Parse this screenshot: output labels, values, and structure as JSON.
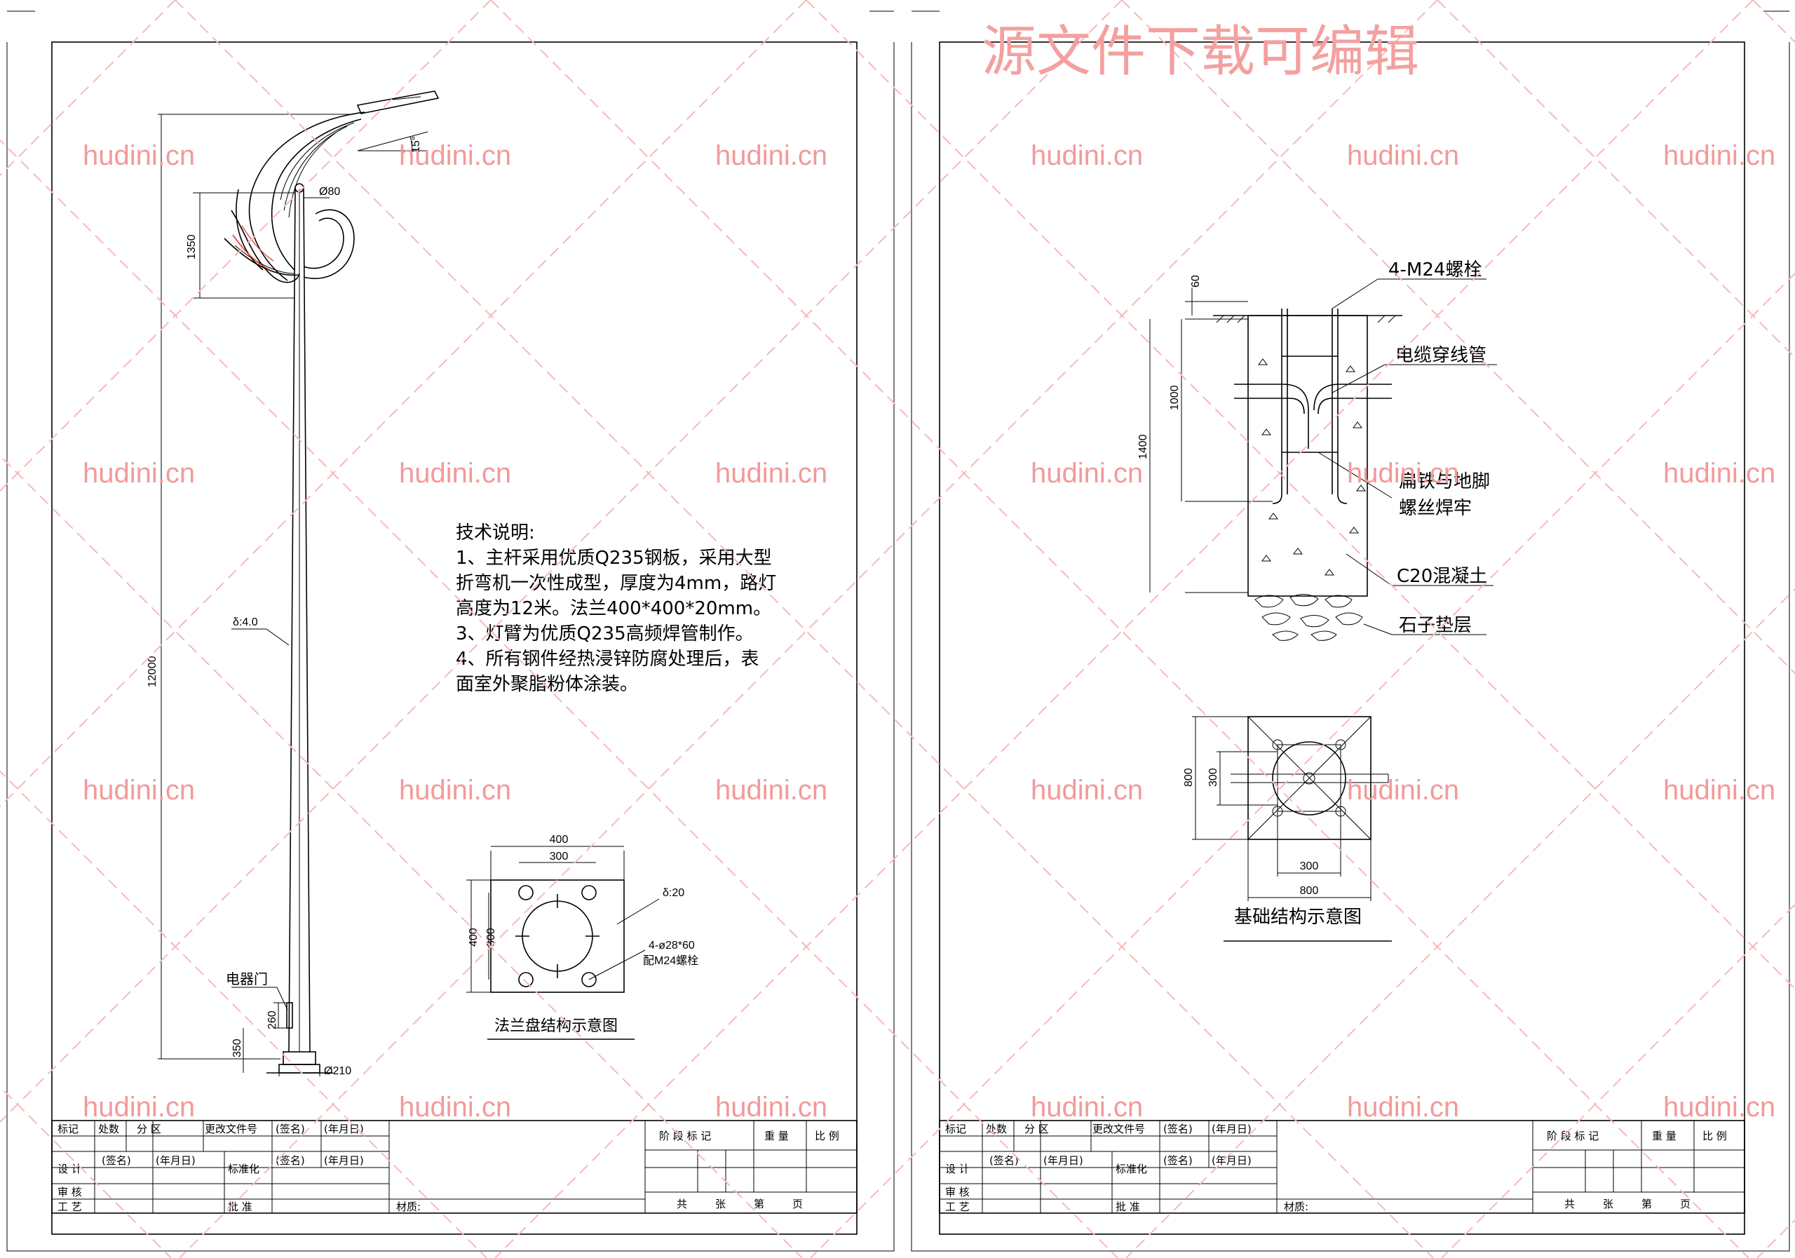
{
  "watermark": {
    "site": "hudini.cn",
    "banner": "源文件下载可编辑"
  },
  "pole_drawing": {
    "dims": {
      "angle": "15°",
      "top_dia": "Ø80",
      "arm_height": "1350",
      "thickness": "δ:4.0",
      "pole_height": "12000",
      "door_height": "260",
      "door_base": "350",
      "base_dia": "Ø210"
    },
    "door_label": "电器门",
    "notes_title": "技术说明:",
    "notes": [
      "1、主杆采用优质Q235钢板，采用大型",
      "折弯机一次性成型，厚度为4mm，路灯",
      "高度为12米。法兰400*400*20mm。",
      "3、灯臂为优质Q235高频焊管制作。",
      "4、所有钢件经热浸锌防腐处理后，表",
      "面室外聚脂粉体涂装。"
    ],
    "flange": {
      "dim_400_top": "400",
      "dim_300_top": "300",
      "dim_400_left": "400",
      "dim_300_left": "300",
      "plate_thk": "δ:20",
      "holes": "4-ø28*60",
      "bolts": "配M24螺栓",
      "caption": "法兰盘结构示意图"
    }
  },
  "foundation_drawing": {
    "bolt_label": "4-M24螺栓",
    "conduit_label": "电缆穿线管",
    "flatiron_label_1": "扁铁与地脚",
    "flatiron_label_2": "螺丝焊牢",
    "concrete_label": "C20混凝土",
    "gravel_label": "石子垫层",
    "dims": {
      "d60": "60",
      "d1000": "1000",
      "d1400": "1400",
      "plan_800_left": "800",
      "plan_300_left": "300",
      "plan_300_bottom": "300",
      "plan_800_bottom": "800"
    },
    "caption": "基础结构示意图"
  },
  "title_block": {
    "mark": "标记",
    "count": "处数",
    "zone": "分 区",
    "change_doc": "更改文件号",
    "sign": "(签名)",
    "date": "(年月日)",
    "design": "设 计",
    "standard": "标准化",
    "review": "审 核",
    "craft": "工 艺",
    "approve": "批 准",
    "material": "材质:",
    "stage_mark": "阶 段 标 记",
    "weight": "重 量",
    "scale": "比 例",
    "total": "共",
    "sheet": "张",
    "page_no": "第",
    "page": "页"
  }
}
